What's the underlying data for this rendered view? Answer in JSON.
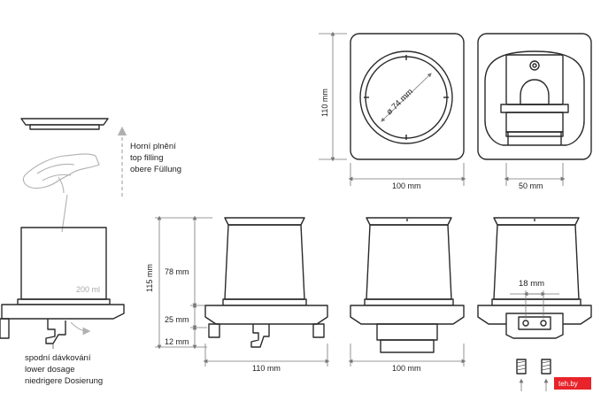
{
  "labels": {
    "top_filling": [
      "Horní plnění",
      "top filling",
      "obere Füllung"
    ],
    "lower_dosage": [
      "spodní dávkování",
      "lower dosage",
      "niedrigere Dosierung"
    ],
    "capacity": "200 ml",
    "height_total": "115 mm",
    "height_body": "78 mm",
    "height_middle": "25 mm",
    "height_base": "12 mm",
    "width_front": "110 mm",
    "width_side": "100 mm",
    "width_top_view": "100 mm",
    "height_top_view": "110 mm",
    "diameter": "ø 74 mm",
    "width_back_mount": "50 mm",
    "spacing_screws": "18 mm",
    "watermark": "teh.by"
  },
  "colors": {
    "line": "#2a2a2a",
    "dim": "#777777",
    "gray": "#b0b0b0",
    "watermark_bg": "#e8232a"
  }
}
